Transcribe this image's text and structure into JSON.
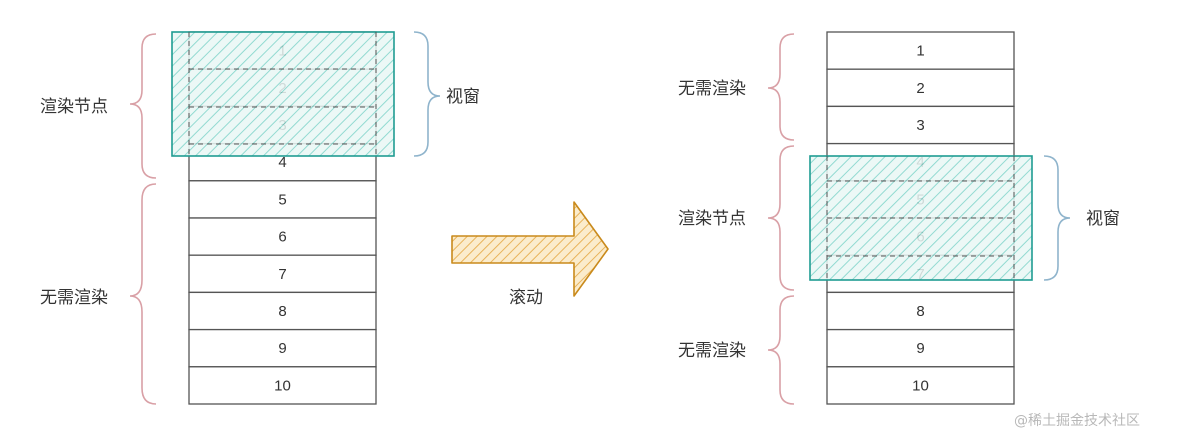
{
  "items": [
    "1",
    "2",
    "3",
    "4",
    "5",
    "6",
    "7",
    "8",
    "9",
    "10"
  ],
  "labels": {
    "render_nodes": "渲染节点",
    "no_render": "无需渲染",
    "viewport": "视窗",
    "scroll": "滚动"
  },
  "watermark": "@稀土掘金技术社区",
  "colors": {
    "list_border": "#555555",
    "viewport_fill": "#c7ece7",
    "viewport_border": "#1f9c92",
    "render_brace": "#d9a0a6",
    "viewport_brace": "#8fb4cc",
    "arrow_fill": "#f2cf8f",
    "arrow_border": "#c98a1c"
  }
}
